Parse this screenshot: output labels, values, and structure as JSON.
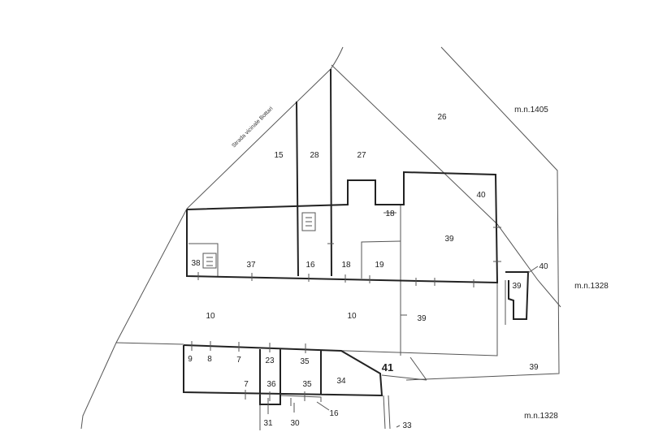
{
  "road_label": "Strada vicinale Bottari",
  "parcels": {
    "p15": "15",
    "p28": "28",
    "p27": "27",
    "p26": "26",
    "p40a": "40",
    "p18a": "18",
    "p39a": "39",
    "p38": "38",
    "p37": "37",
    "p16a": "16",
    "p18b": "18",
    "p19": "19",
    "p40b": "40",
    "p39b": "39",
    "p10a": "10",
    "p10b": "10",
    "p39c": "39",
    "p41": "41",
    "p39d": "39",
    "p9": "9",
    "p8": "8",
    "p7a": "7",
    "p23": "23",
    "p35a": "35",
    "p7b": "7",
    "p36": "36",
    "p35b": "35",
    "p34": "34",
    "p31": "31",
    "p30": "30",
    "p16b": "16",
    "p33": "33"
  },
  "map_refs": {
    "mn1405": "m.n.1405",
    "mn1328a": "m.n.1328",
    "mn1328b": "m.n.1328"
  }
}
